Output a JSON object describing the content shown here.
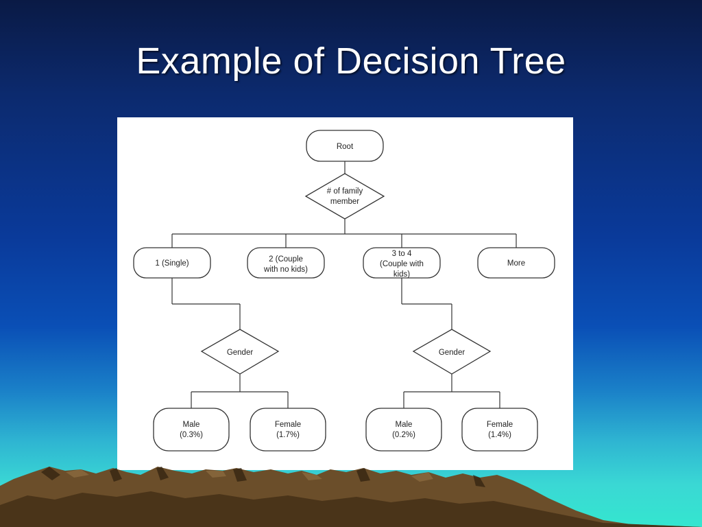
{
  "slide": {
    "title": "Example of Decision Tree"
  },
  "diagram": {
    "root": "Root",
    "family_decision": [
      "# of family",
      "member"
    ],
    "branches": {
      "single": [
        "1 (Single)"
      ],
      "couple_no_kids": [
        "2 (Couple",
        "with no kids)"
      ],
      "couple_with_kids": [
        "3 to 4",
        "(Couple with",
        "kids)"
      ],
      "more": [
        "More"
      ]
    },
    "gender_left": "Gender",
    "gender_right": "Gender",
    "leaves": {
      "left_male": [
        "Male",
        "(0.3%)"
      ],
      "left_female": [
        "Female",
        "(1.7%)"
      ],
      "right_male": [
        "Male",
        "(0.2%)"
      ],
      "right_female": [
        "Female",
        "(1.4%)"
      ]
    }
  },
  "colors": {
    "background_top": "#0a1a45",
    "background_bottom": "#34e6cf",
    "title": "#ffffff",
    "panel": "#ffffff",
    "mountain": "#6b4e2a"
  }
}
